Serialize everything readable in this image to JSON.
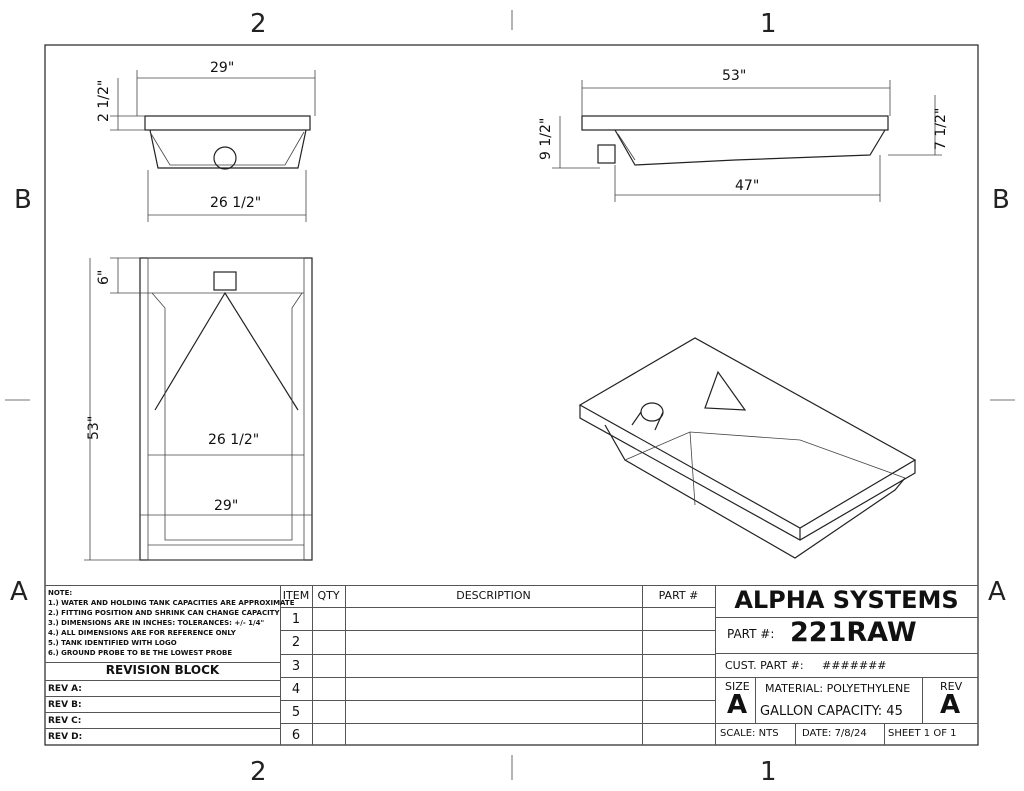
{
  "zones": {
    "top_left": "2",
    "top_right": "1",
    "left_b": "B",
    "right_b": "B",
    "left_a": "A",
    "right_a": "A",
    "bottom_left": "2",
    "bottom_right": "1"
  },
  "front_view": {
    "width_top": "29\"",
    "width_bottom": "26 1/2\"",
    "height": "2 1/2\""
  },
  "top_view": {
    "fitting_offset": "6\"",
    "length": "53\"",
    "inner_width": "26 1/2\"",
    "outer_width": "29\""
  },
  "side_view": {
    "length_top": "53\"",
    "length_bottom": "47\"",
    "height_left": "9 1/2\"",
    "height_right": "7 1/2\""
  },
  "notes": {
    "title": "NOTE:",
    "items": [
      "1.) WATER AND HOLDING TANK CAPACITIES ARE APPROXIMATE",
      "2.) FITTING POSITION AND SHRINK CAN CHANGE CAPACITY",
      "3.) DIMENSIONS ARE IN INCHES: TOLERANCES: +/-  1/4\"",
      "4.) ALL DIMENSIONS ARE FOR REFERENCE ONLY",
      "5.) TANK IDENTIFIED WITH LOGO",
      "6.) GROUND PROBE TO BE THE LOWEST PROBE"
    ]
  },
  "revision_block": {
    "title": "REVISION BLOCK",
    "revs": [
      "REV A:",
      "REV B:",
      "REV C:",
      "REV D:"
    ]
  },
  "parts_table": {
    "headers": [
      "ITEM",
      "QTY",
      "DESCRIPTION",
      "PART #"
    ],
    "items": [
      "1",
      "2",
      "3",
      "4",
      "5",
      "6"
    ]
  },
  "title_block": {
    "company": "ALPHA SYSTEMS",
    "part_label": "PART #:",
    "part_number": "221RAW",
    "cust_part_label": "CUST. PART #:",
    "cust_part_value": "#######",
    "size_label": "SIZE",
    "size": "A",
    "material": "MATERIAL: POLYETHYLENE",
    "capacity": "GALLON CAPACITY: 45",
    "rev_label": "REV",
    "rev": "A",
    "scale": "SCALE: NTS",
    "date": "DATE: 7/8/24",
    "sheet": "SHEET 1 OF 1"
  }
}
